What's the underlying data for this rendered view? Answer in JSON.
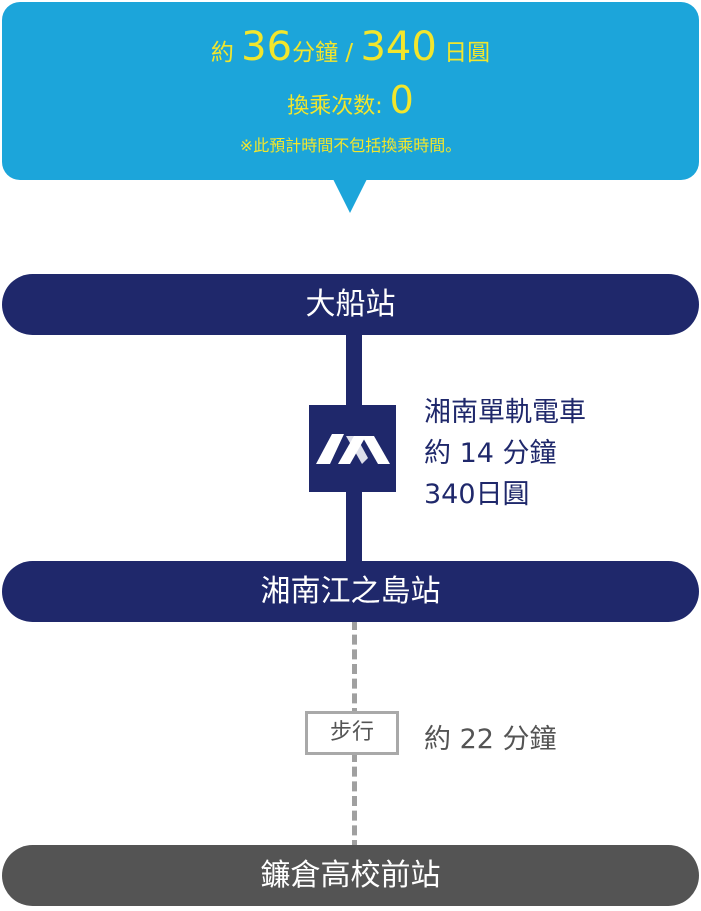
{
  "summary": {
    "prefix": "約",
    "minutes": "36",
    "minutes_unit": "分鐘 /",
    "fare": "340",
    "fare_unit": "日圓",
    "transfers_label": "換乘次数:",
    "transfers_value": "0",
    "note": "※此預計時間不包括換乘時間。"
  },
  "stations": {
    "start": "大船站",
    "middle": "湘南江之島站",
    "end": "鐮倉高校前站"
  },
  "segments": {
    "rail": {
      "line_name": "湘南單軌電車",
      "duration": "約 14 分鐘",
      "fare": "340日圓",
      "logo_icon": "shonan-monorail-logo-icon"
    },
    "walk": {
      "mode": "步行",
      "duration": "約 22 分鐘"
    }
  },
  "colors": {
    "bubble": "#1ca5da",
    "highlight": "#f2e62c",
    "navy": "#1f286b",
    "grey": "#545454",
    "dash": "#a0a0a0"
  }
}
